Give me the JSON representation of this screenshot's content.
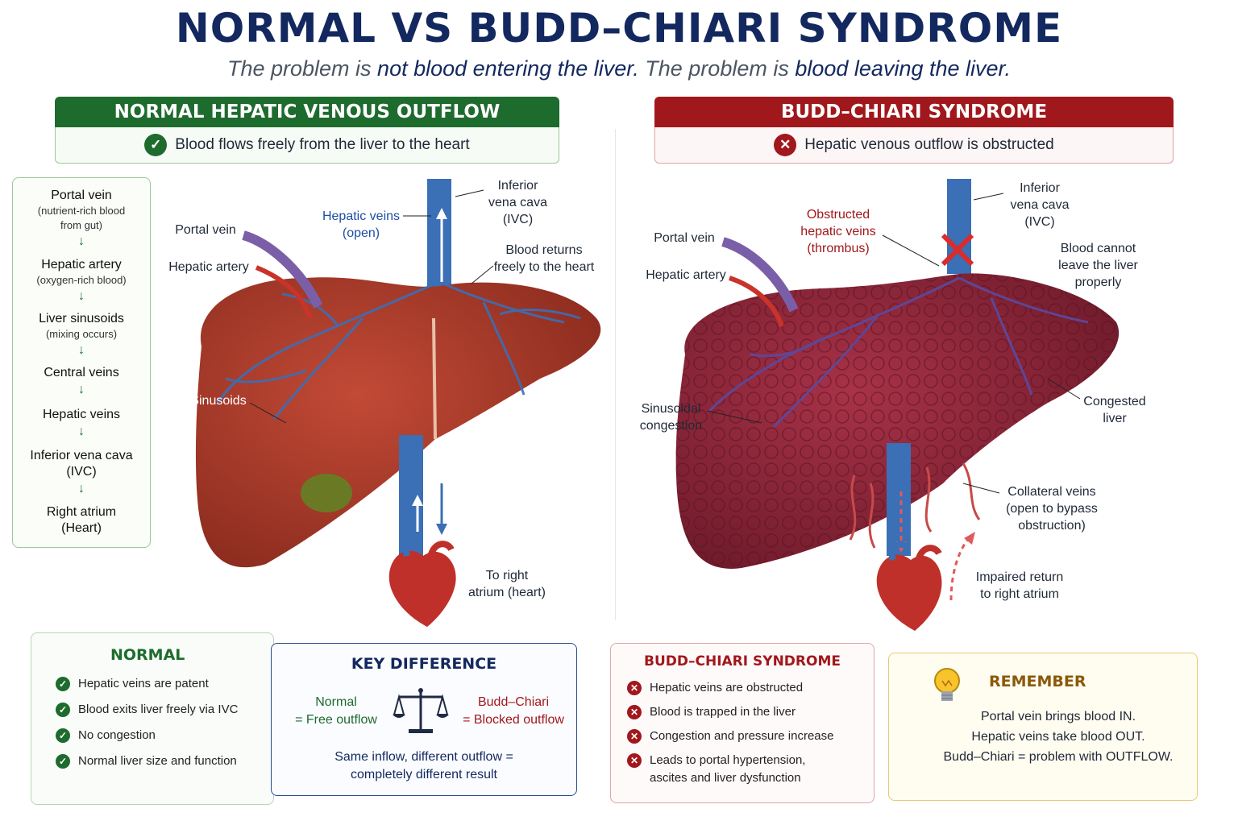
{
  "title": "NORMAL VS BUDD–CHIARI SYNDROME",
  "subtitle": {
    "part1": "The problem is ",
    "part2": "not blood entering the liver.",
    "part3": " The problem is ",
    "part4": "blood leaving the liver."
  },
  "left_panel": {
    "header": "NORMAL HEPATIC VENOUS OUTFLOW",
    "status": "Blood flows freely from the liver to the heart",
    "status_icon": "check-icon",
    "labels": {
      "hepatic_veins": "Hepatic veins\n(open)",
      "ivc": "Inferior\nvena cava\n(IVC)",
      "blood_returns": "Blood returns\nfreely to the heart",
      "portal_vein": "Portal vein",
      "hepatic_artery": "Hepatic artery",
      "sinusoids": "Sinusoids",
      "to_right_atrium": "To right\natrium (heart)"
    }
  },
  "flow_steps": [
    {
      "label": "Portal vein",
      "note": "(nutrient-rich blood\nfrom gut)"
    },
    {
      "label": "Hepatic artery",
      "note": "(oxygen-rich blood)"
    },
    {
      "label": "Liver sinusoids",
      "note": "(mixing occurs)"
    },
    {
      "label": "Central veins",
      "note": ""
    },
    {
      "label": "Hepatic veins",
      "note": ""
    },
    {
      "label": "Inferior vena cava\n(IVC)",
      "note": ""
    },
    {
      "label": "Right atrium\n(Heart)",
      "note": ""
    }
  ],
  "flow_arrow": "↓",
  "right_panel": {
    "header": "BUDD–CHIARI SYNDROME",
    "status": "Hepatic venous outflow is obstructed",
    "status_icon": "x-icon",
    "labels": {
      "obstructed": "Obstructed\nhepatic veins\n(thrombus)",
      "ivc": "Inferior\nvena cava\n(IVC)",
      "cannot_leave": "Blood cannot\nleave the liver\nproperly",
      "portal_vein": "Portal vein",
      "hepatic_artery": "Hepatic artery",
      "sinusoidal": "Sinusoidal\ncongestion",
      "congested": "Congested\nliver",
      "collateral": "Collateral veins\n(open to bypass\nobstruction)",
      "impaired": "Impaired return\nto right atrium"
    }
  },
  "normal_box": {
    "title": "NORMAL",
    "items": [
      "Hepatic veins are patent",
      "Blood exits liver freely via IVC",
      "No congestion",
      "Normal liver size and function"
    ]
  },
  "key_box": {
    "title": "KEY DIFFERENCE",
    "normal": "Normal\n= Free outflow",
    "budd": "Budd–Chiari\n= Blocked outflow",
    "footer": "Same inflow, different outflow =\ncompletely different result"
  },
  "budd_box": {
    "title": "BUDD–CHIARI SYNDROME",
    "items": [
      "Hepatic veins are obstructed",
      "Blood is trapped in the liver",
      "Congestion and pressure increase",
      "Leads to portal hypertension,\nascites and liver dysfunction"
    ]
  },
  "remember_box": {
    "title": "REMEMBER",
    "lines": [
      "Portal vein brings blood IN.",
      "Hepatic veins take blood OUT.",
      "Budd–Chiari = problem with OUTFLOW."
    ]
  },
  "colors": {
    "navy": "#13285e",
    "green": "#1e6b2e",
    "red": "#a0181c",
    "vein_blue": "#3b6fb6",
    "liver": "#a83a2a",
    "congested_liver": "#8e2430"
  }
}
